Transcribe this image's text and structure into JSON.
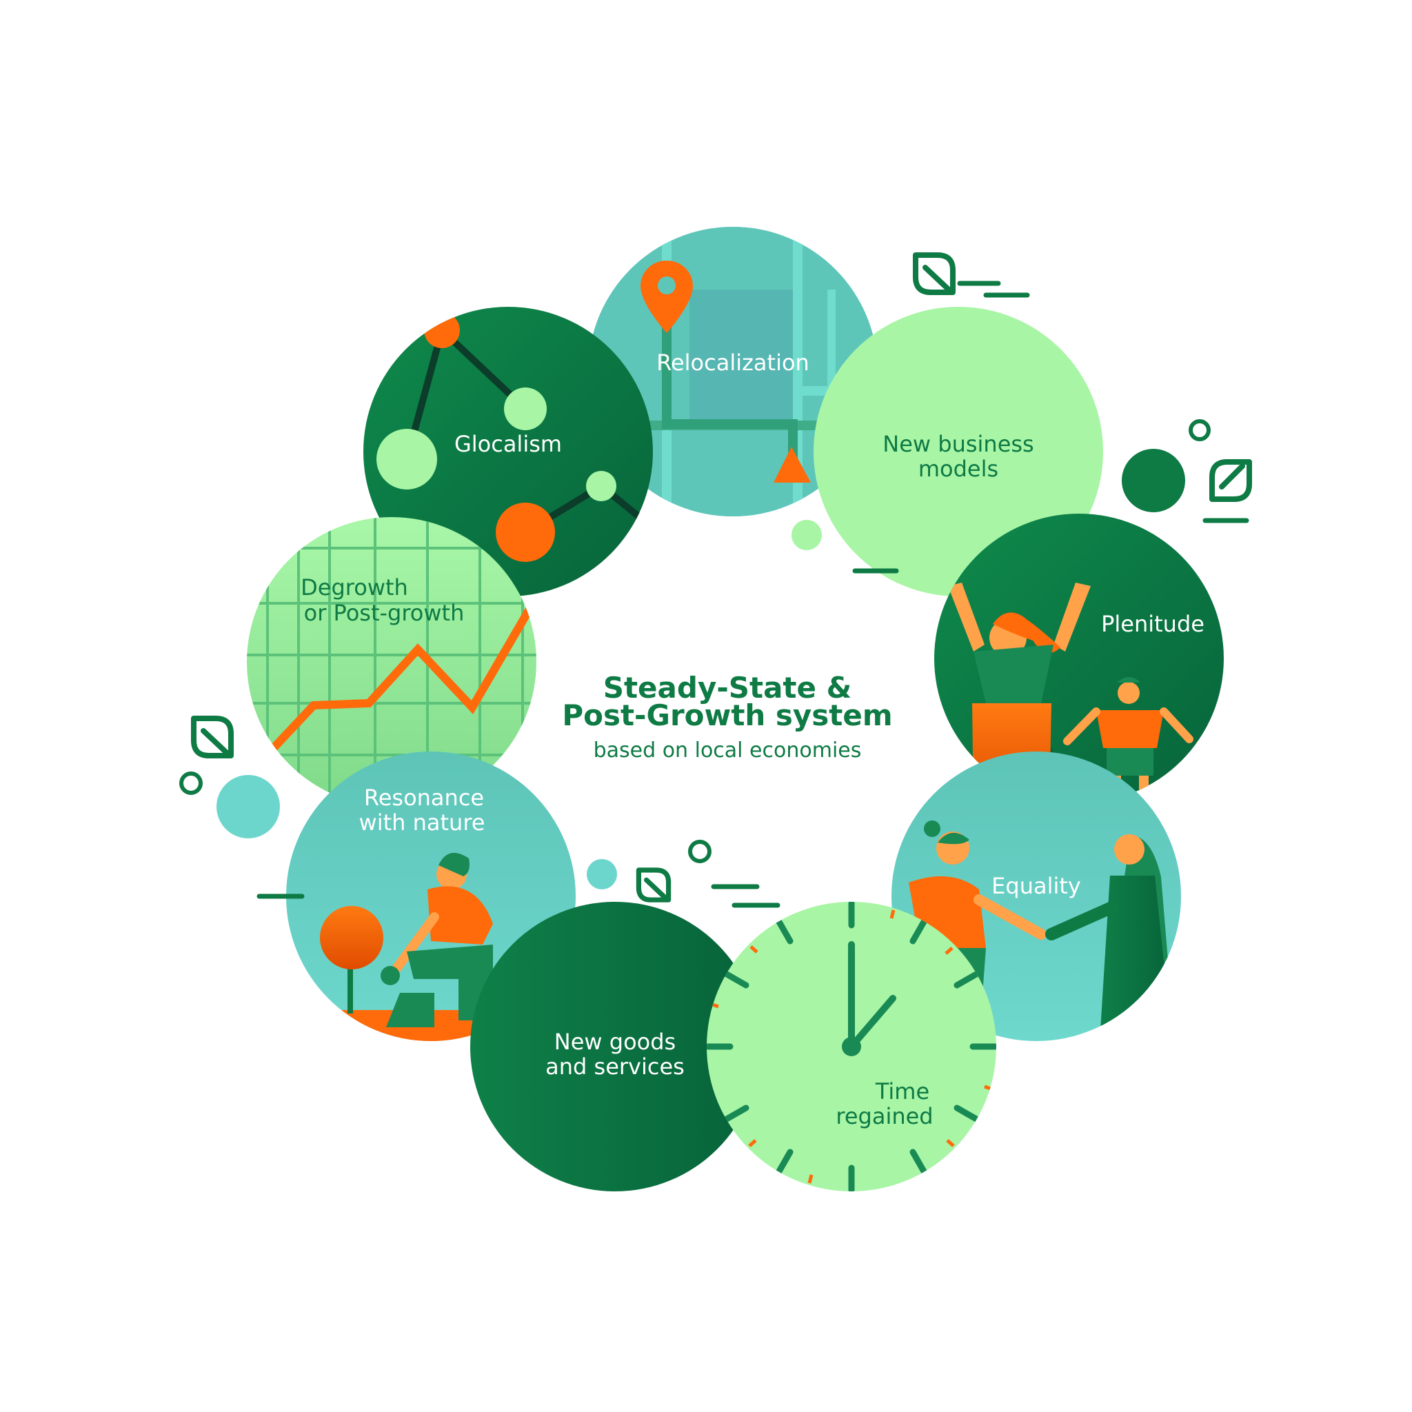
{
  "center": {
    "title_line1": "Steady-State &",
    "title_line2": "Post-Growth system",
    "subtitle": "based on local economies"
  },
  "circles": {
    "relocalization": "Relocalization",
    "glocalism": "Glocalism",
    "new_business_1": "New business",
    "new_business_2": "models",
    "plenitude": "Plenitude",
    "degrowth_1": "Degrowth",
    "degrowth_2": "or Post-growth",
    "resonance_1": "Resonance",
    "resonance_2": "with nature",
    "equality": "Equality",
    "new_goods_1": "New goods",
    "new_goods_2": "and services",
    "time_1": "Time",
    "time_2": "regained"
  },
  "colors": {
    "dark_green": "#0a7a43",
    "mid_green": "#1a8a55",
    "light_green": "#a8f5a6",
    "teal": "#6dd6cc",
    "orange": "#ff6a0a",
    "text_dark": "#0e7a44",
    "text_white": "#ffffff"
  }
}
